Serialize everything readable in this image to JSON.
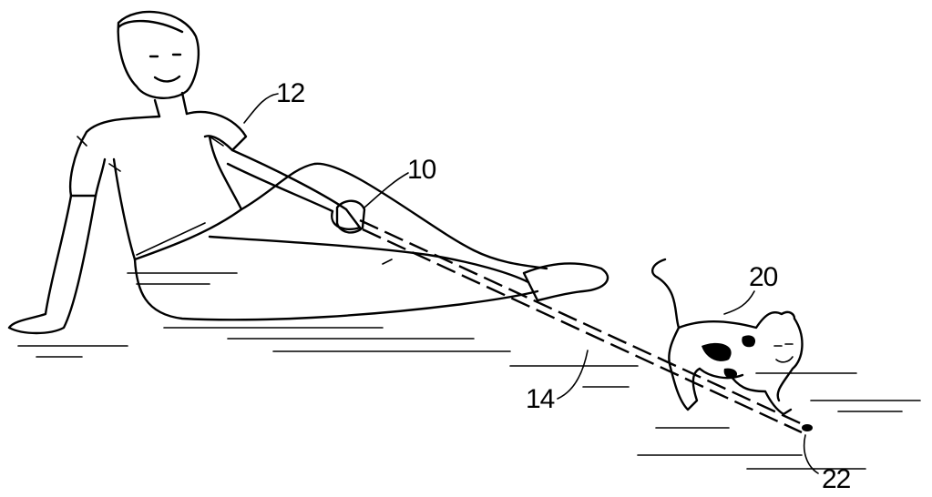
{
  "figure": {
    "reference_numerals": {
      "person": "12",
      "laser_device": "10",
      "light_beam": "14",
      "cat": "20",
      "light_spot": "22"
    }
  }
}
